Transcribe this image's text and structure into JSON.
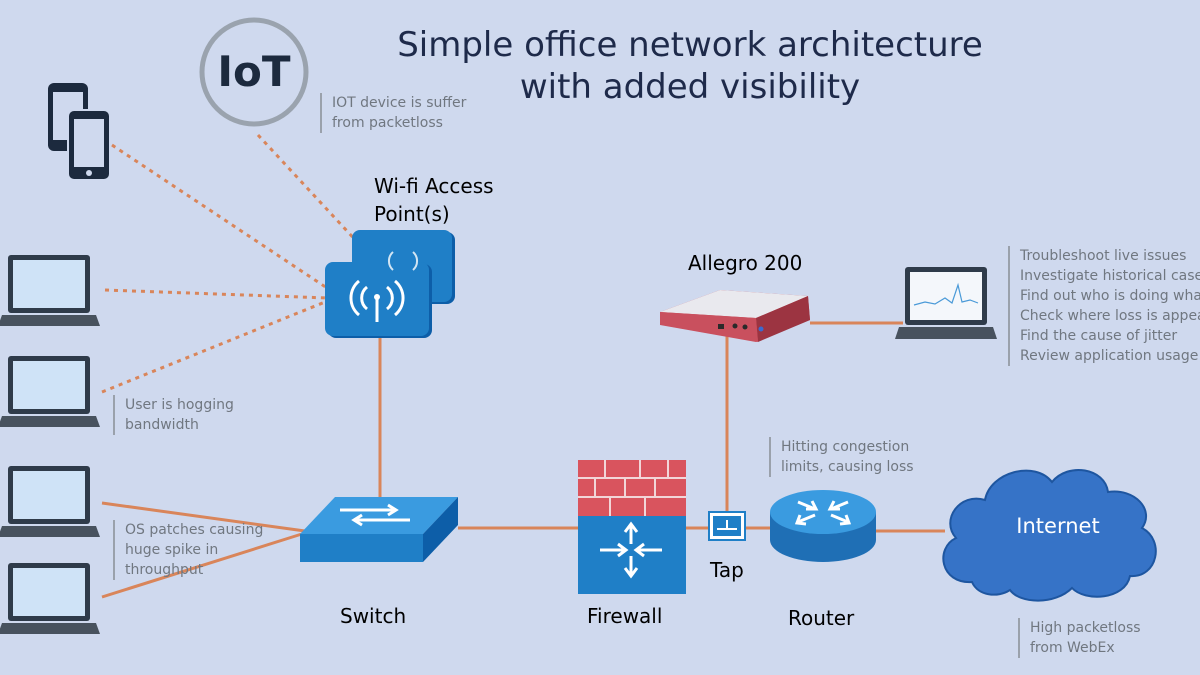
{
  "title": {
    "line1": "Simple office network architecture",
    "line2": "with added visibility"
  },
  "iot_logo_text": "IoT",
  "labels": {
    "wifi_line1": "Wi-fi Access",
    "wifi_line2": "Point(s)",
    "allegro": "Allegro 200",
    "switch": "Switch",
    "firewall": "Firewall",
    "tap": "Tap",
    "router": "Router",
    "internet": "Internet"
  },
  "notes": {
    "iot": [
      "IOT device is suffer",
      "from packetloss"
    ],
    "hogging": [
      "User is hogging",
      "bandwidth"
    ],
    "os_patches": [
      "OS patches causing",
      "huge spike in",
      "throughput"
    ],
    "congestion": [
      "Hitting congestion",
      "limits, causing loss"
    ],
    "packetloss": [
      "High packetloss",
      "from WebEx"
    ],
    "allegro_uses": [
      "Troubleshoot live issues",
      "Investigate historical cases",
      "Find out who is doing what",
      "Check where loss is appearing",
      "Find the cause of jitter",
      "Review application usage"
    ]
  },
  "colors": {
    "background": "#cfd9ee",
    "link_line": "#d9855a",
    "device_blue": "#1f7fc7",
    "device_dark": "#2f3b4a",
    "laptop_screen": "#cfe3f7",
    "cloud": "#3673c7",
    "firewall_brick": "#d9545e",
    "allegro_body": "#c9505e"
  },
  "icons": [
    "iot-logo-icon",
    "smartphone-icon",
    "laptop-icon",
    "wifi-access-point-icon",
    "switch-icon",
    "firewall-icon",
    "tap-icon",
    "router-icon",
    "cloud-icon",
    "allegro-appliance-icon"
  ]
}
